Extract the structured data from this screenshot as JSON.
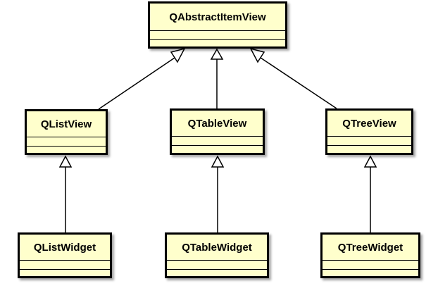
{
  "classes": {
    "abstract_item_view": "QAbstractItemView",
    "list_view": "QListView",
    "table_view": "QTableView",
    "tree_view": "QTreeView",
    "list_widget": "QListWidget",
    "table_widget": "QTableWidget",
    "tree_widget": "QTreeWidget"
  },
  "relationships": [
    {
      "type": "generalization",
      "from": "QListView",
      "to": "QAbstractItemView"
    },
    {
      "type": "generalization",
      "from": "QTableView",
      "to": "QAbstractItemView"
    },
    {
      "type": "generalization",
      "from": "QTreeView",
      "to": "QAbstractItemView"
    },
    {
      "type": "generalization",
      "from": "QListWidget",
      "to": "QListView"
    },
    {
      "type": "generalization",
      "from": "QTableWidget",
      "to": "QTableView"
    },
    {
      "type": "generalization",
      "from": "QTreeWidget",
      "to": "QTreeView"
    }
  ],
  "colors": {
    "class_fill": "#ffffcc",
    "border": "#000000",
    "background": "#ffffff"
  }
}
